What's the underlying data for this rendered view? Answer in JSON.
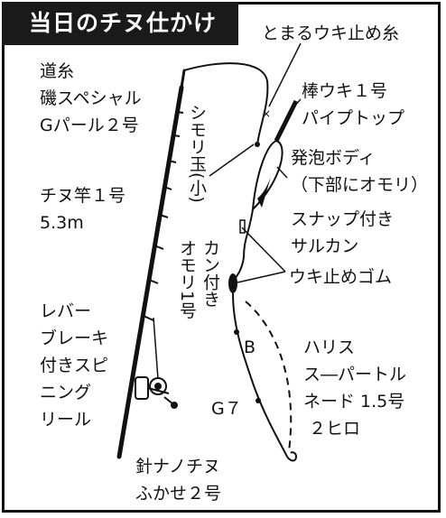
{
  "title": "当日のチヌ仕かけ",
  "labels": {
    "tomaru": "とまるウキ止め糸",
    "michiito": [
      "道糸",
      "磯スペシャル",
      "Gパール２号"
    ],
    "bou": [
      "棒ウキ１号",
      "パイプトップ",
      "発泡ボディ",
      "（下部にオモリ）"
    ],
    "shimori": "シモリ玉(小)",
    "rod": [
      "チヌ竿１号",
      "5.3m"
    ],
    "snap": [
      "スナップ付き",
      "サルカン"
    ],
    "kan": "カン付き",
    "omori": "オモリ1号",
    "gomu": "ウキ止めゴム",
    "reel": [
      "レバー",
      "ブレーキ",
      "付きスピ",
      "ニング",
      "リール"
    ],
    "b": "B",
    "harisu": [
      "ハリス",
      "ス―パートル",
      "ネード 1.5号",
      "２ヒロ"
    ],
    "g7": "G７",
    "hari": [
      "針ナノチヌ",
      "ふかせ２号"
    ]
  },
  "colors": {
    "ink": "#111111",
    "titleBg": "#1a1a1a",
    "titleText": "#ffffff",
    "paper": "#ffffff"
  }
}
